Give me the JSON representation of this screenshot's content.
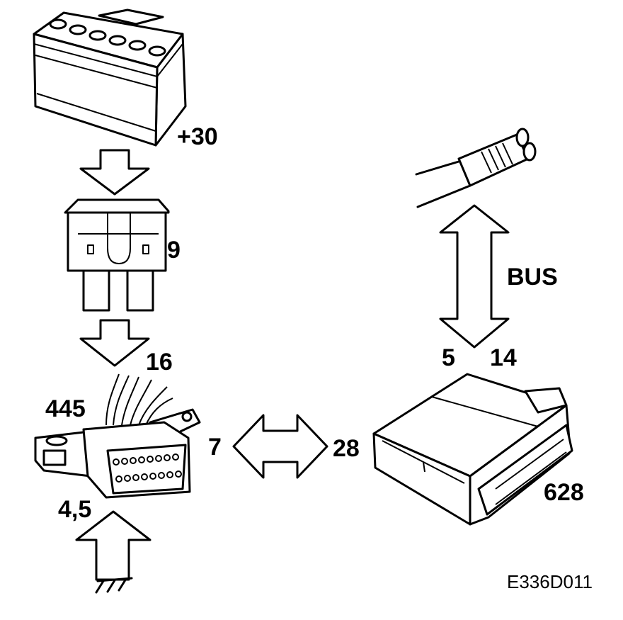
{
  "labels": {
    "battery_terminal": "+30",
    "fuse_number": "9",
    "wire_16": "16",
    "wire_445": "445",
    "connector_pin_7": "7",
    "ground_pins": "4,5",
    "ecu_pin_28": "28",
    "ecu_pin_5": "5",
    "ecu_pin_14": "14",
    "bus": "BUS",
    "ecu_number": "628"
  },
  "figure_code": "E336D011",
  "icons": {
    "battery": "battery-icon",
    "fuse": "fuse-icon",
    "connector": "diagnostic-connector-icon",
    "ecu": "control-module-icon",
    "cable": "bus-cable-icon",
    "ground": "ground-icon"
  }
}
